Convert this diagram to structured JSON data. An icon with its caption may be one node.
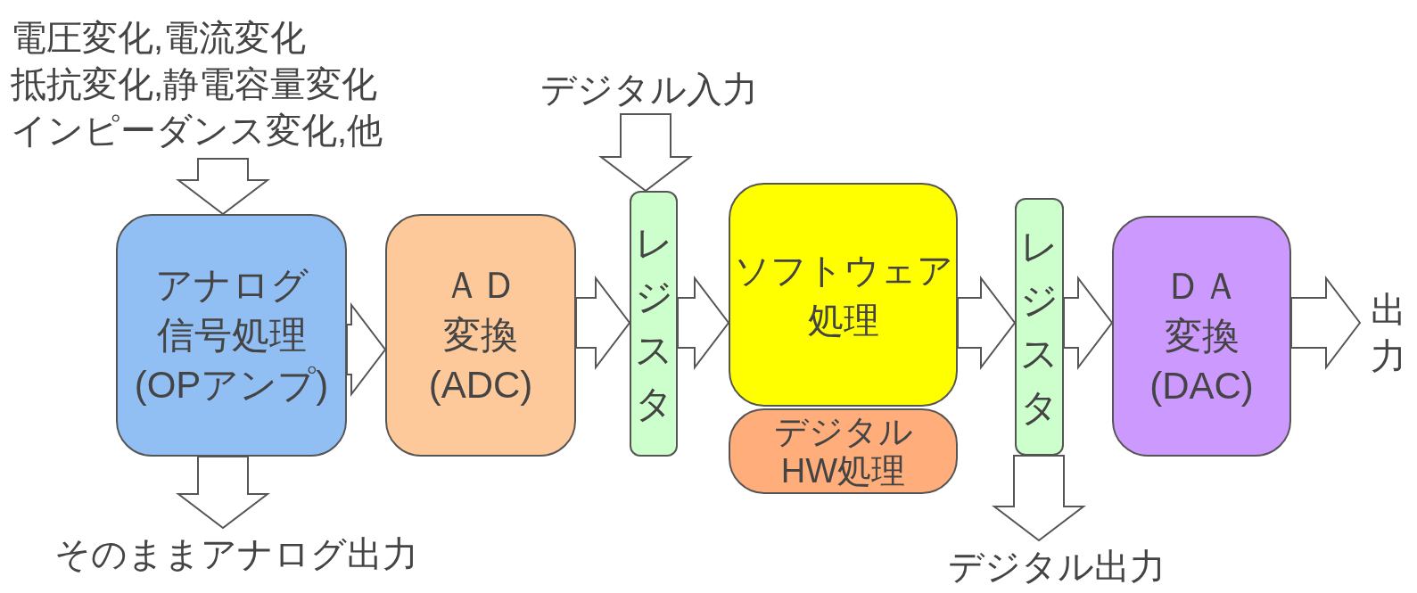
{
  "diagram": {
    "nodes": [
      {
        "text": [
          "電圧変化,電流変化抵抗変化,静電容量変化インピーダンス変化,他"
        ]
      },
      {
        "text": [
          "アナログ信号処理(OPアンプ)"
        ]
      },
      {
        "text": [
          "ＡＤ変換(ADC)"
        ]
      },
      {
        "text": [
          "レジスタ"
        ]
      },
      {
        "text": [
          "デジタル入力"
        ]
      },
      {
        "text": [
          "ソフトウェア処理"
        ]
      },
      {
        "text": [
          "デジタルHW処理"
        ]
      },
      {
        "text": [
          "レジスタ"
        ]
      },
      {
        "text": [
          "デジタル出力"
        ]
      },
      {
        "text": [
          "ＤＡ変換(DAC)"
        ]
      },
      {
        "text": [
          "出力"
        ]
      },
      {
        "text": [
          "そのままアナログ出力"
        ]
      }
    ],
    "edges": [
      {
        "from": 0,
        "to": 1,
        "arrow": "to"
      },
      {
        "from": 1,
        "to": 11,
        "arrow": "to"
      },
      {
        "from": 1,
        "to": 2,
        "arrow": "to"
      },
      {
        "from": 2,
        "to": 3,
        "arrow": "to"
      },
      {
        "from": 4,
        "to": 3,
        "arrow": "to"
      },
      {
        "from": 3,
        "to": 5,
        "arrow": "to"
      },
      {
        "from": 5,
        "to": 7,
        "arrow": "to"
      },
      {
        "from": 7,
        "to": 8,
        "arrow": "to"
      },
      {
        "from": 7,
        "to": 9,
        "arrow": "to"
      },
      {
        "from": 9,
        "to": 10,
        "arrow": "to"
      }
    ]
  }
}
